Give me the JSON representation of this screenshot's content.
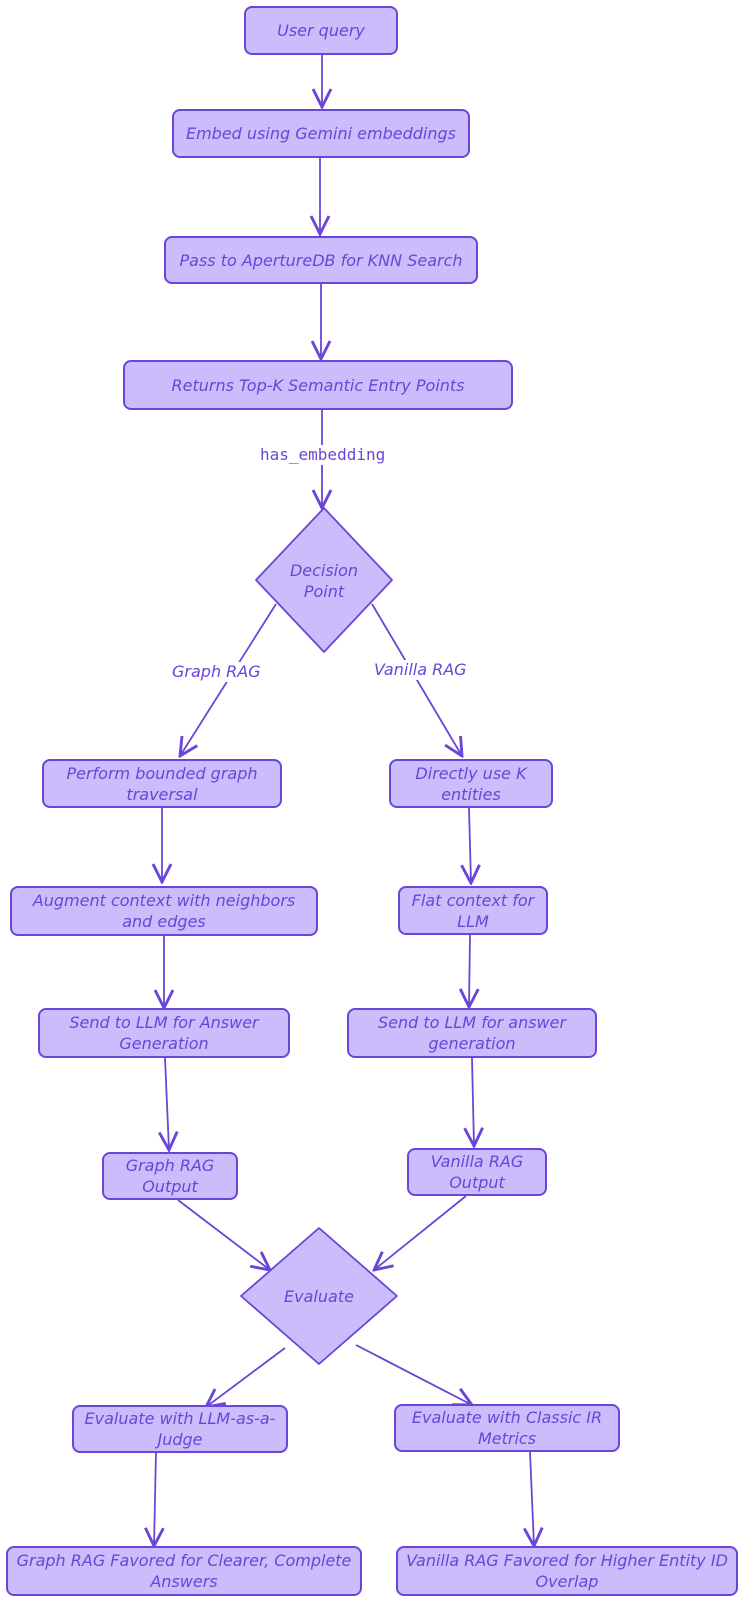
{
  "nodes": {
    "user_query": "User query",
    "embed": "Embed using Gemini embeddings",
    "pass_to_aperturedb": "Pass to ApertureDB for KNN Search",
    "returns_topk": "Returns Top-K Semantic Entry Points",
    "decision_point": "Decision Point",
    "graph_traversal": "Perform bounded graph traversal",
    "augment_context": "Augment context with neighbors and edges",
    "send_llm_graph": "Send to LLM for Answer Generation",
    "graph_output": "Graph RAG Output",
    "direct_use": "Directly use K entities",
    "flat_context": "Flat context for LLM",
    "send_llm_vanilla": "Send to LLM for answer generation",
    "vanilla_output": "Vanilla RAG Output",
    "evaluate": "Evaluate",
    "eval_llm_judge": "Evaluate with LLM-as-a-Judge",
    "eval_classic_ir": "Evaluate with Classic IR Metrics",
    "graph_favored": "Graph RAG Favored for Clearer, Complete Answers",
    "vanilla_favored": "Vanilla RAG Favored for Higher Entity ID Overlap"
  },
  "edge_labels": {
    "has_embedding": "has_embedding",
    "graph_rag": "Graph RAG",
    "vanilla_rag": "Vanilla RAG"
  },
  "colors": {
    "node_fill": "#cbbdfb",
    "stroke": "#6a45d8",
    "background": "#ffffff"
  }
}
